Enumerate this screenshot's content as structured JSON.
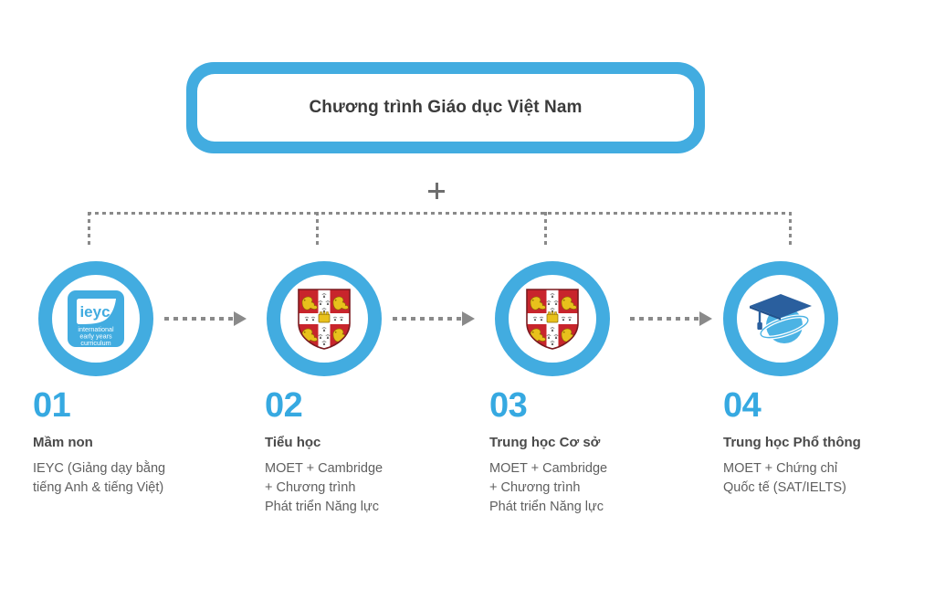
{
  "header": {
    "title": "Chương trình Giáo dục Việt Nam",
    "connector_symbol": "+"
  },
  "colors": {
    "brand_blue": "#42ace0",
    "number_blue": "#36a9e1",
    "heading_gray": "#4a4a4a",
    "body_gray": "#5f5f5f",
    "dash_gray": "#8a8a8a",
    "shield_red": "#c8252c",
    "shield_gold": "#e8c11c",
    "cap_navy": "#2a5f9e"
  },
  "stages": [
    {
      "number": "01",
      "heading": "Mầm non",
      "body": "IEYC (Giảng dạy bằng\ntiếng Anh & tiếng Việt)",
      "icon": "ieyc-logo-icon",
      "icon_text": {
        "wordmark": "ieyc",
        "line1": "international",
        "line2": "early years",
        "line3": "curriculum"
      }
    },
    {
      "number": "02",
      "heading": "Tiểu học",
      "body": "MOET + Cambridge\n+ Chương trình\nPhát triển Năng lực",
      "icon": "cambridge-shield-icon"
    },
    {
      "number": "03",
      "heading": "Trung học Cơ sở",
      "body": "MOET + Cambridge\n+ Chương trình\nPhát triển Năng lực",
      "icon": "cambridge-shield-icon"
    },
    {
      "number": "04",
      "heading": "Trung học Phổ thông",
      "body": "MOET + Chứng chỉ\nQuốc tế (SAT/IELTS)",
      "icon": "graduation-cap-globe-icon"
    }
  ],
  "flow": {
    "arrow_icon": "arrow-right-dashed-icon",
    "arrow_count": 3
  }
}
